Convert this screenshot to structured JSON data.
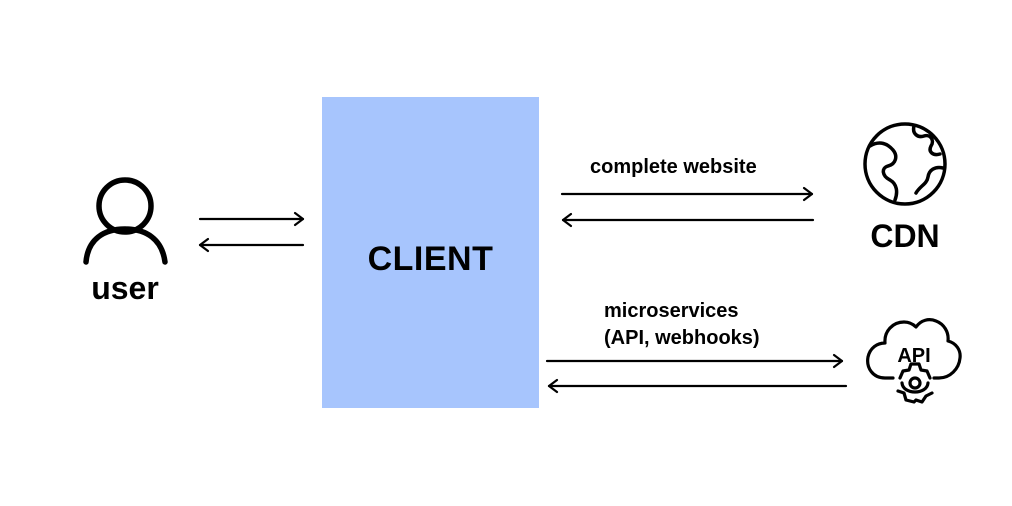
{
  "nodes": {
    "user": {
      "label": "user"
    },
    "client": {
      "label": "CLIENT"
    },
    "cdn": {
      "label": "CDN"
    },
    "api": {
      "icon_text": "API"
    }
  },
  "edges": {
    "client_cdn": {
      "label": "complete website"
    },
    "client_api": {
      "label_line1": "microservices",
      "label_line2": "(API, webhooks)"
    }
  },
  "icons": {
    "user": "person-icon",
    "cdn": "globe-icon",
    "api": "api-cloud-gear-icon"
  },
  "colors": {
    "client_fill": "#a7c5fd",
    "stroke": "#000000",
    "background": "#ffffff"
  }
}
